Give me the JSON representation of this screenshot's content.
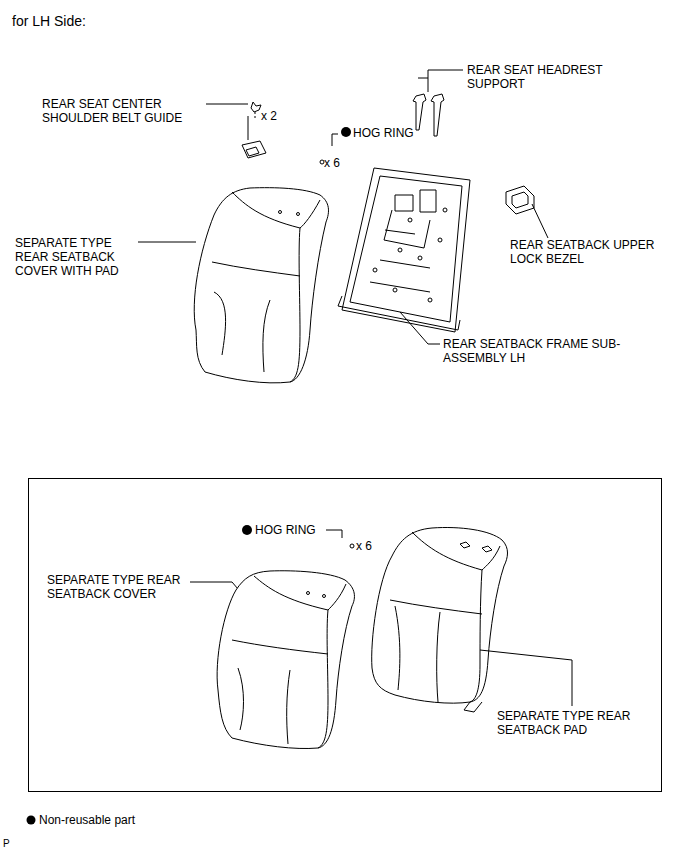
{
  "diagram": {
    "labels": [
      "for LH Side:",
      "REAR SEAT HEADREST SUPPORT",
      "REAR SEAT CENTER SHOULDER BELT GUIDE",
      "x 2",
      "HOG RING",
      "x 6",
      "SEPARATE TYPE REAR SEATBACK COVER WITH PAD",
      "REAR SEATBACK UPPER LOCK BEZEL",
      "REAR SEATBACK FRAME SUB-ASSEMBLY LH",
      "HOG RING",
      "x 6",
      "SEPARATE TYPE REAR SEATBACK COVER",
      "SEPARATE TYPE REAR SEATBACK PAD",
      "P"
    ],
    "legend": [
      {
        "text": "Non-reusable part"
      }
    ]
  }
}
